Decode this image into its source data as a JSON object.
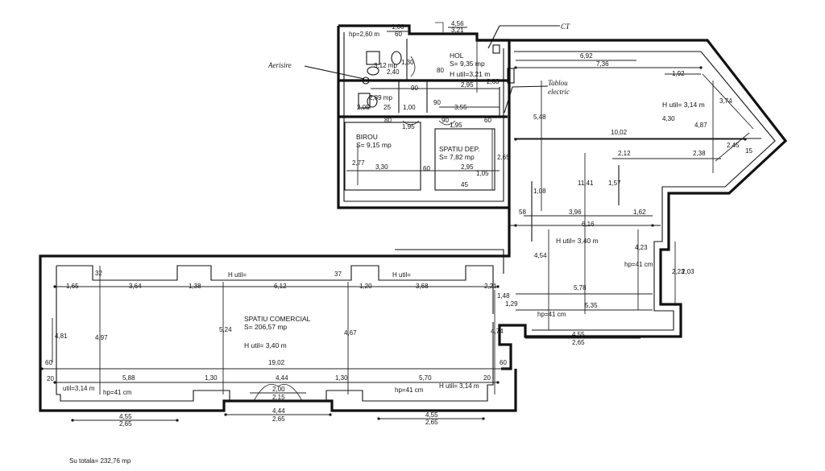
{
  "rooms": {
    "hol": {
      "name": "HOL",
      "area": "S= 9,35 mp",
      "height": "H util=3,21 m"
    },
    "bath1": {
      "area": "3,12 mp"
    },
    "bath2": {
      "area": "2,89 mp"
    },
    "birou": {
      "name": "BIROU",
      "area": "S= 9,15 mp"
    },
    "spatiu_dep": {
      "name": "SPATIU DEP.",
      "area": "S= 7,82 mp"
    },
    "spatiu_comercial": {
      "name": "SPATIU COMERCIAL",
      "area": "S= 206,57 mp",
      "height": "H util= 3,40 m"
    },
    "right_hall": {
      "height": "H util= 3,40 m"
    },
    "right_upper": {
      "height": "H util= 3,14 m"
    }
  },
  "annotations": {
    "hp_top": "hp=2,60 m",
    "aerisire": "Aerisire",
    "ct": "CT",
    "tablou_1": "Tablou",
    "tablou_2": "electric",
    "h_util_1": "H util=",
    "h_util_2": "H util=",
    "hp_bl": "hp=41 cm",
    "util_bl": "util=3,14 m",
    "hp_bc": "hp=41 cm",
    "util_br": "H util= 3,14 m",
    "hp_right": "hp=41 cm",
    "hp_right2": "hp=41 cm"
  },
  "dims": {
    "d_100": "1,00",
    "d_60a": "60",
    "d_456": "4,56",
    "d_321": "3,21",
    "d_240": "2,40",
    "d_80a": "80",
    "d_130": "1,30",
    "d_295a": "2,95",
    "d_263": "2,63",
    "d_90a": "90",
    "d_205": "2,05",
    "d_25": "25",
    "d_100b": "1,00",
    "d_355": "3,55",
    "d_80b": "80",
    "d_90b": "90",
    "d_60b": "60",
    "d_195a": "1,95",
    "d_195b": "1,95",
    "d_90c": "90",
    "d_277": "2,77",
    "d_330": "3,30",
    "d_60c": "60",
    "d_295b": "2,95",
    "d_265": "2,65",
    "d_105": "1,05",
    "d_45": "45",
    "d_692": "6,92",
    "d_736": "7,36",
    "d_192": "1,92",
    "d_374": "3,74",
    "d_548": "5,48",
    "d_430": "4,30",
    "d_487": "4,87",
    "d_1002": "10,02",
    "d_245": "2,45",
    "d_15": "15",
    "d_212": "2,12",
    "d_238": "2,38",
    "d_1141": "11,41",
    "d_157": "1,57",
    "d_108": "1,08",
    "d_58": "58",
    "d_396": "3,96",
    "d_162": "1,62",
    "d_616": "6,16",
    "d_454": "4,54",
    "d_423": "4,23",
    "d_223": "2,23",
    "d_203": "2,03",
    "d_165": "1,65",
    "d_32": "32",
    "d_364": "3,64",
    "d_138": "1,38",
    "d_612": "6,12",
    "d_37": "37",
    "d_120": "1,20",
    "d_368": "3,68",
    "d_221": "2,21",
    "d_148": "1,48",
    "d_578": "5,78",
    "d_129": "1,29",
    "d_535": "5,35",
    "d_455r": "4,55",
    "d_265r": "2,65",
    "d_497": "4,97",
    "d_524": "5,24",
    "d_467": "4,67",
    "d_474": "4,74",
    "d_481": "4,81",
    "d_60l": "60",
    "d_1902": "19,02",
    "d_60r": "60",
    "d_20l": "20",
    "d_588": "5,88",
    "d_130l": "1,30",
    "d_444a": "4,44",
    "d_130r": "1,30",
    "d_570": "5,70",
    "d_20r": "20",
    "d_200": "2,00",
    "d_215": "2,15",
    "d_444b": "4,44",
    "d_265b": "2,65",
    "d_455l": "4,55",
    "d_265l": "2,65",
    "d_455rr": "4,55",
    "d_265rr": "2,65"
  },
  "footer": {
    "total": "Su totala= 232,76 mp"
  }
}
